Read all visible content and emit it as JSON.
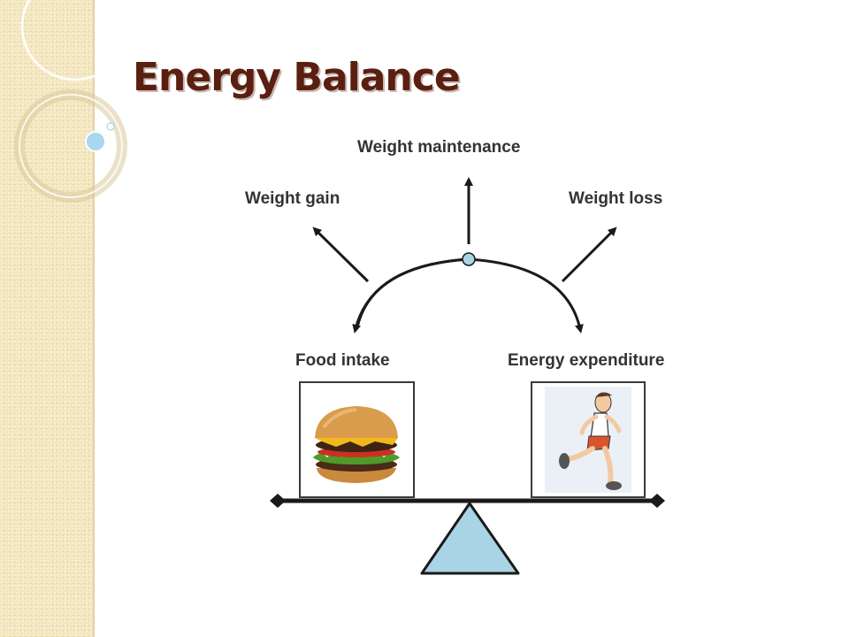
{
  "slide": {
    "title": "Energy Balance"
  },
  "diagram": {
    "top_label": "Weight maintenance",
    "left_label": "Weight gain",
    "right_label": "Weight loss",
    "left_pan_label": "Food intake",
    "right_pan_label": "Energy expenditure",
    "left_pan_image": "hamburger",
    "right_pan_image": "running-man"
  },
  "colors": {
    "title": "#5a1f10",
    "fulcrum": "#a8d4e6",
    "pivot": "#a8d4e6",
    "sidebar": "#f3e6bd",
    "ink": "#1a1a1a"
  }
}
